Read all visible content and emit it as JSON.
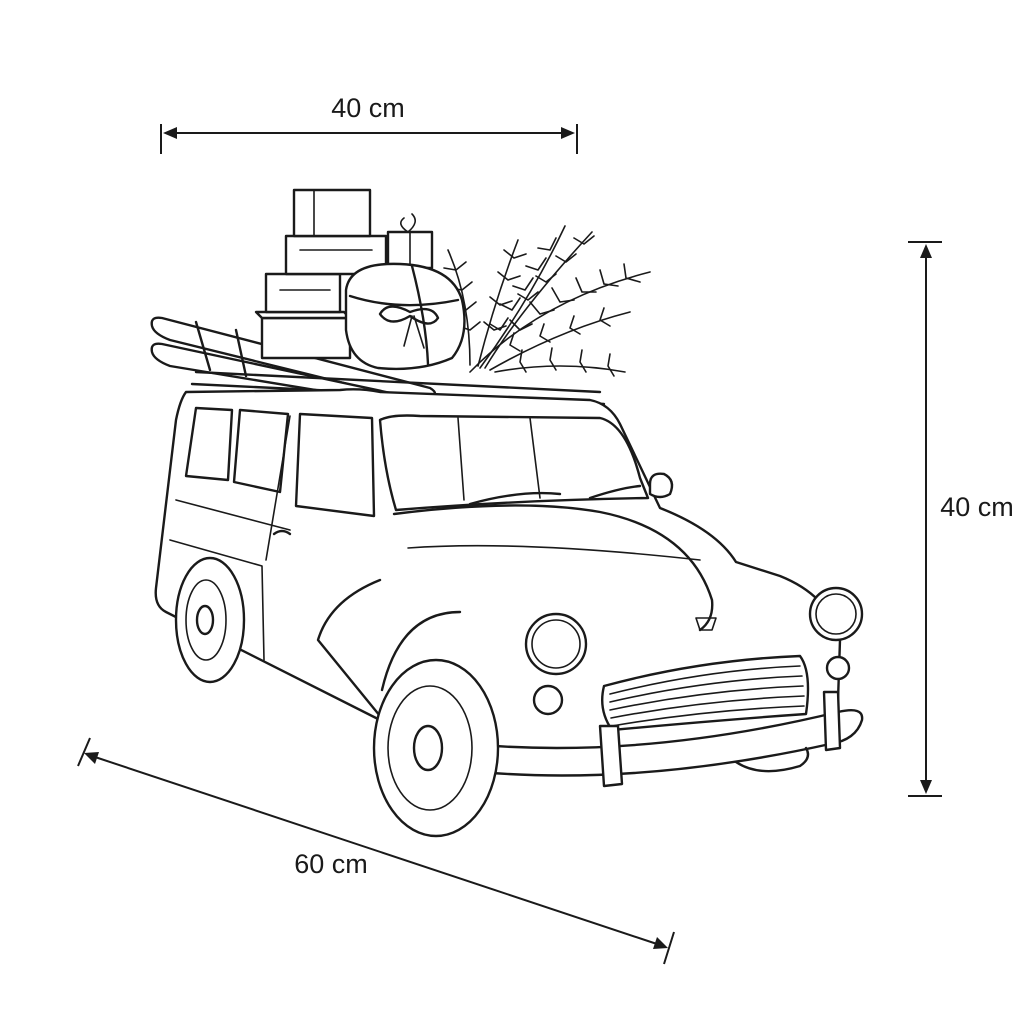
{
  "dimensions": {
    "width": {
      "label": "40 cm"
    },
    "height": {
      "label": "40 cm"
    },
    "depth": {
      "label": "60 cm"
    }
  },
  "illustration": {
    "icons": [
      "woody-car-icon",
      "gift-stack-icon",
      "round-gift-icon",
      "pine-branch-icon",
      "skis-icon"
    ]
  },
  "colors": {
    "line": "#1a1a1a",
    "background": "#ffffff"
  }
}
